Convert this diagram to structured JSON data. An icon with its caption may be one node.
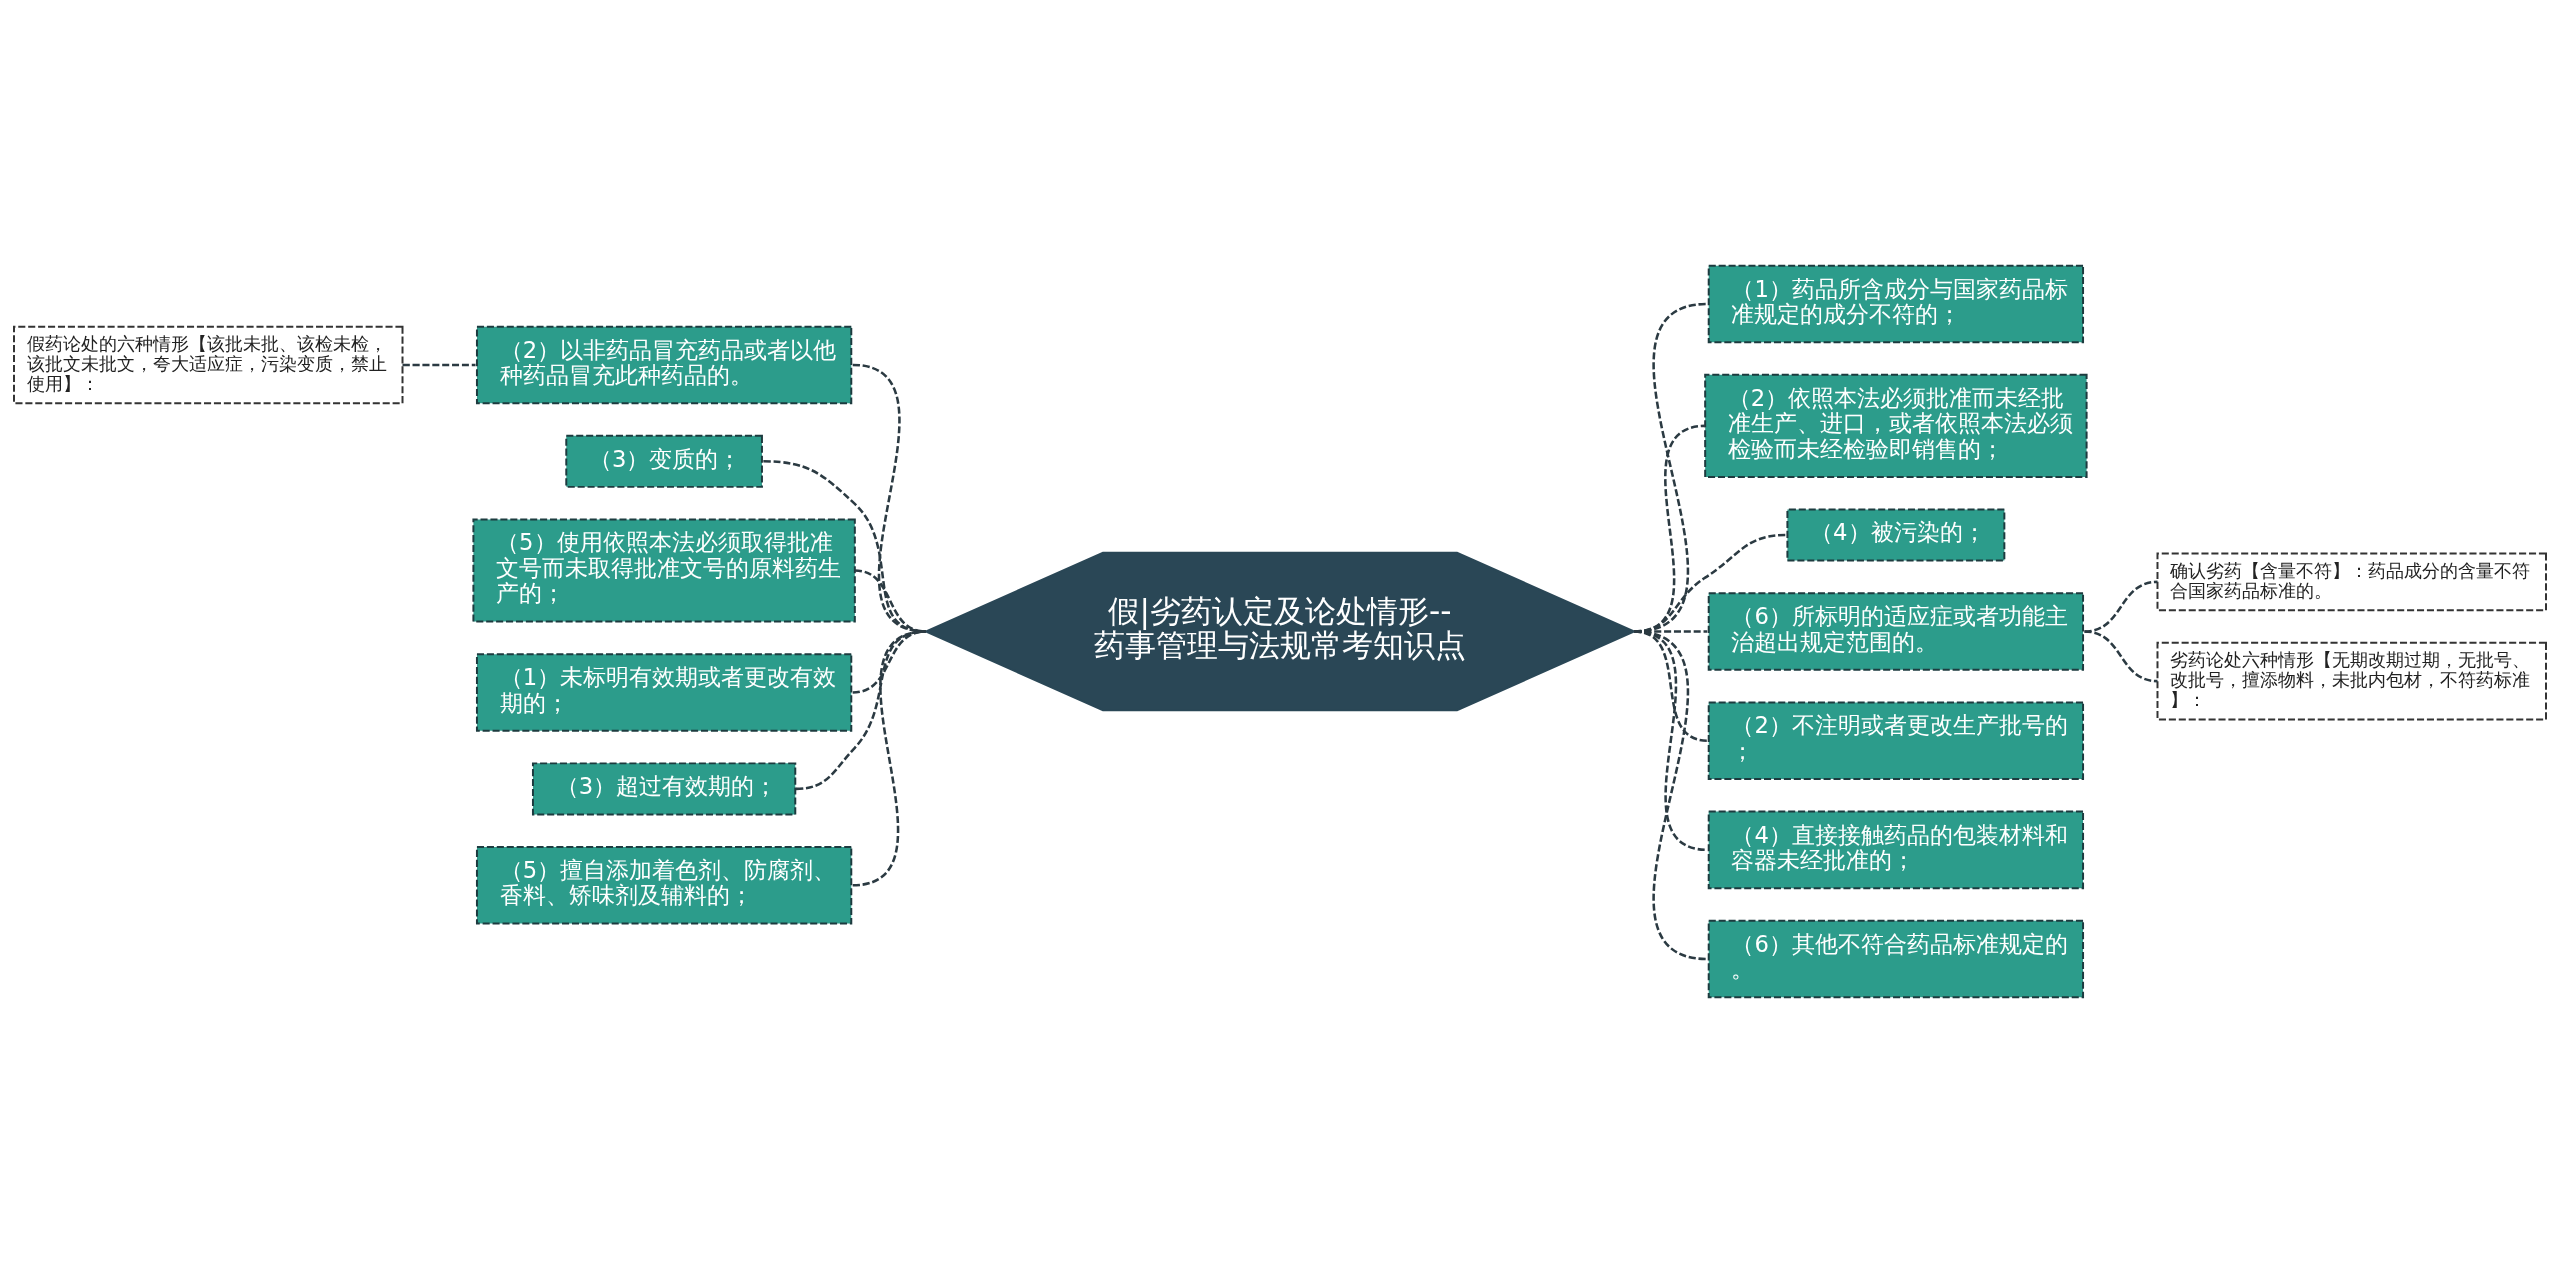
{
  "diagram": {
    "nodes": [
      {
        "text": [
          "假|劣药认定及论处情形--药事管理与法规常考知识点"
        ]
      },
      {
        "text": [
          "假药论处的六种情形【该批未批、该检未检，该批文未批文，夸大适应症，污染变质，禁止使用】："
        ]
      },
      {
        "text": [
          "（2）以非药品冒充药品或者以他种药品冒充此种药品的。"
        ]
      },
      {
        "text": [
          "（3）变质的；"
        ]
      },
      {
        "text": [
          "（5）使用依照本法必须取得批准文号而未取得批准文号的原料药生产的；"
        ]
      },
      {
        "text": [
          "（1）未标明有效期或者更改有效期的；"
        ]
      },
      {
        "text": [
          "（3）超过有效期的；"
        ]
      },
      {
        "text": [
          "（5）擅自添加着色剂、防腐剂、香料、矫味剂及辅料的；"
        ]
      },
      {
        "text": [
          "（1）药品所含成分与国家药品标准规定的成分不符的；"
        ]
      },
      {
        "text": [
          "（2）依照本法必须批准而未经批准生产、进口，或者依照本法必须检验而未经检验即销售的；"
        ]
      },
      {
        "text": [
          "（4）被污染的；"
        ]
      },
      {
        "text": [
          "（6）所标明的适应症或者功能主治超出规定范围的。"
        ]
      },
      {
        "text": [
          "确认劣药【含量不符】：药品成分的含量不符合国家药品标准的。"
        ]
      },
      {
        "text": [
          "劣药论处六种情形【无期改期过期，无批号、改批号，擅添物料，未批内包材，不符药标准】："
        ]
      },
      {
        "text": [
          "（2）不注明或者更改生产批号的；"
        ]
      },
      {
        "text": [
          "（4）直接接触药品的包装材料和容器未经批准的；"
        ]
      },
      {
        "text": [
          "（6）其他不符合药品标准规定的。"
        ]
      }
    ],
    "edges": [
      {
        "from": 1,
        "to": 2,
        "arrow": "none"
      },
      {
        "from": 2,
        "to": 0,
        "arrow": "none"
      },
      {
        "from": 3,
        "to": 0,
        "arrow": "none"
      },
      {
        "from": 4,
        "to": 0,
        "arrow": "none"
      },
      {
        "from": 5,
        "to": 0,
        "arrow": "none"
      },
      {
        "from": 6,
        "to": 0,
        "arrow": "none"
      },
      {
        "from": 7,
        "to": 0,
        "arrow": "none"
      },
      {
        "from": 0,
        "to": 8,
        "arrow": "none"
      },
      {
        "from": 0,
        "to": 9,
        "arrow": "none"
      },
      {
        "from": 0,
        "to": 10,
        "arrow": "none"
      },
      {
        "from": 0,
        "to": 11,
        "arrow": "none"
      },
      {
        "from": 11,
        "to": 12,
        "arrow": "none"
      },
      {
        "from": 11,
        "to": 13,
        "arrow": "none"
      },
      {
        "from": 0,
        "to": 14,
        "arrow": "none"
      },
      {
        "from": 0,
        "to": 15,
        "arrow": "none"
      },
      {
        "from": 0,
        "to": 16,
        "arrow": "none"
      }
    ]
  }
}
